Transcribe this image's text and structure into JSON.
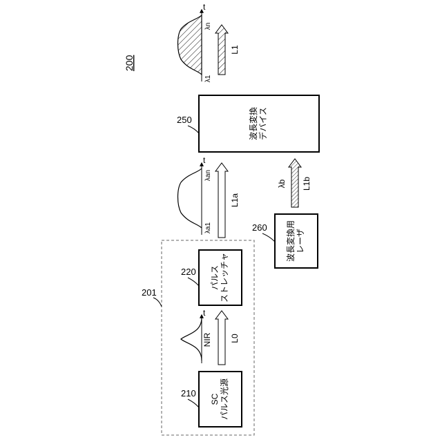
{
  "figure_number": "200",
  "group": {
    "ref": "201"
  },
  "blocks": {
    "sc_source": {
      "ref": "210",
      "line1": "SC",
      "line2": "パルス光源"
    },
    "pulse_stretcher": {
      "ref": "220",
      "line1": "パルス",
      "line2": "ストレッチャ"
    },
    "wl_device": {
      "ref": "250",
      "line1": "波長変換",
      "line2": "デバイス"
    },
    "wl_laser": {
      "ref": "260",
      "line1": "波長変換用",
      "line2": "レーザ"
    }
  },
  "beams": {
    "l0": "L0",
    "l1a": "L1a",
    "l1b": "L1b",
    "l1": "L1"
  },
  "spectra": {
    "nir": {
      "label": "NIR",
      "axis": "t"
    },
    "stretched": {
      "start": "λa1",
      "end": "λan",
      "axis": "t"
    },
    "output": {
      "start": "λ1",
      "end": "λn",
      "axis": "t"
    },
    "pump": {
      "label": "λb"
    }
  }
}
